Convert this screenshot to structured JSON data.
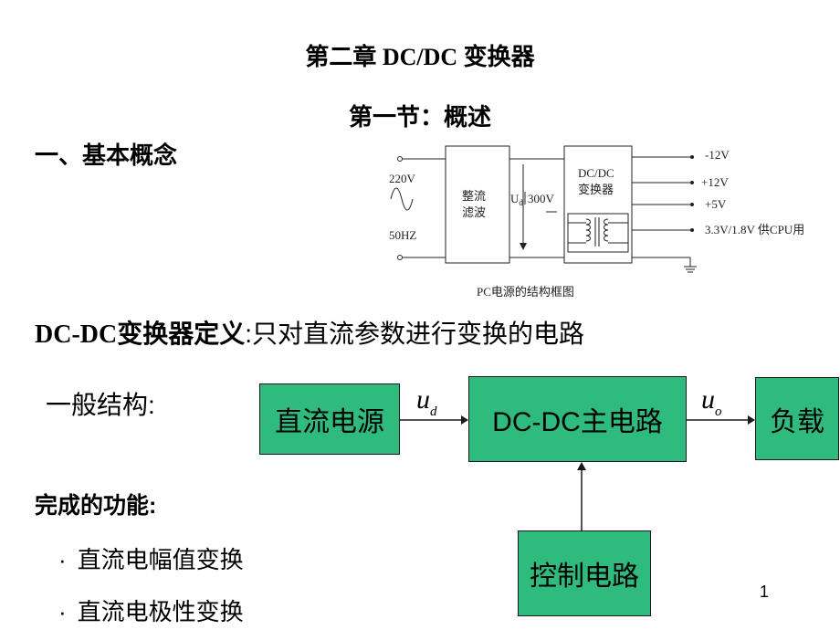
{
  "slide": {
    "title": "第二章 DC/DC 变换器",
    "section": "第一节：概述",
    "heading": "一、基本概念",
    "definition_bold": "DC-DC变换器定义",
    "definition_rest": ":只对直流参数进行变换的电路",
    "structure_label": "一般结构:",
    "functions_heading": "完成的功能:",
    "bullets": [
      {
        "mark": "·",
        "text": "直流电幅值变换"
      },
      {
        "mark": "·",
        "text": "直流电极性变换"
      }
    ],
    "page_number": "1"
  },
  "figure": {
    "input_voltage": "220V",
    "input_freq": "50HZ",
    "rectifier_line1": "整流",
    "rectifier_line2": "滤波",
    "ud_label": "Ud",
    "dc_voltage": "300V",
    "converter_line1": "DC/DC",
    "converter_line2": "变换器",
    "outputs": [
      "-12V",
      "+12V",
      "+5V",
      "3.3V/1.8V 供CPU用"
    ],
    "caption": "PC电源的结构框图"
  },
  "block_diagram": {
    "source": "直流电源",
    "main": "DC-DC主电路",
    "load": "负载",
    "control": "控制电路",
    "input_signal": "u",
    "input_sub": "d",
    "output_signal": "u",
    "output_sub": "o"
  },
  "colors": {
    "box_fill": "#2fba7e",
    "line": "#1a1a1a"
  }
}
